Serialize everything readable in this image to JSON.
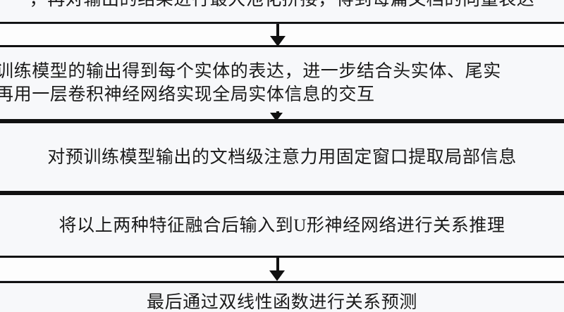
{
  "diagram": {
    "type": "vertical-flowchart",
    "orientation": "top-to-bottom",
    "box_count": 5,
    "colors": {
      "border": "#111111",
      "box_fill": "#f7f8fa",
      "text": "#1a1a1a",
      "page": "#fdfdfd"
    },
    "steps": [
      {
        "id": "step-1",
        "cropped": "top",
        "lines": [
          "，再对输出的结果进行最大池化拼接，得到每篇文档的向量表达"
        ]
      },
      {
        "id": "step-2",
        "cropped": "left-right",
        "lines": [
          "训练模型的输出得到每个实体的表达，进一步结合头实体、尾实",
          "再用一层卷积神经网络实现全局实体信息的交互"
        ]
      },
      {
        "id": "step-3",
        "cropped": "none",
        "lines": [
          "对预训练模型输出的文档级注意力用固定窗口提取局部信息"
        ]
      },
      {
        "id": "step-4",
        "cropped": "none",
        "lines": [
          "将以上两种特征融合后输入到U形神经网络进行关系推理"
        ]
      },
      {
        "id": "step-5",
        "cropped": "bottom",
        "lines": [
          "最后通过双线性函数进行关系预测"
        ]
      }
    ],
    "connectors": [
      {
        "id": "connector-1",
        "from": "step-1",
        "to": "step-2",
        "glyph": "down-arrow-icon"
      },
      {
        "id": "connector-2",
        "from": "step-2",
        "to": "step-3",
        "glyph": "down-arrow-icon"
      },
      {
        "id": "connector-3",
        "from": "step-3",
        "to": "step-4",
        "glyph": "down-arrow-icon"
      },
      {
        "id": "connector-4",
        "from": "step-4",
        "to": "step-5",
        "glyph": "down-arrow-icon"
      }
    ]
  }
}
